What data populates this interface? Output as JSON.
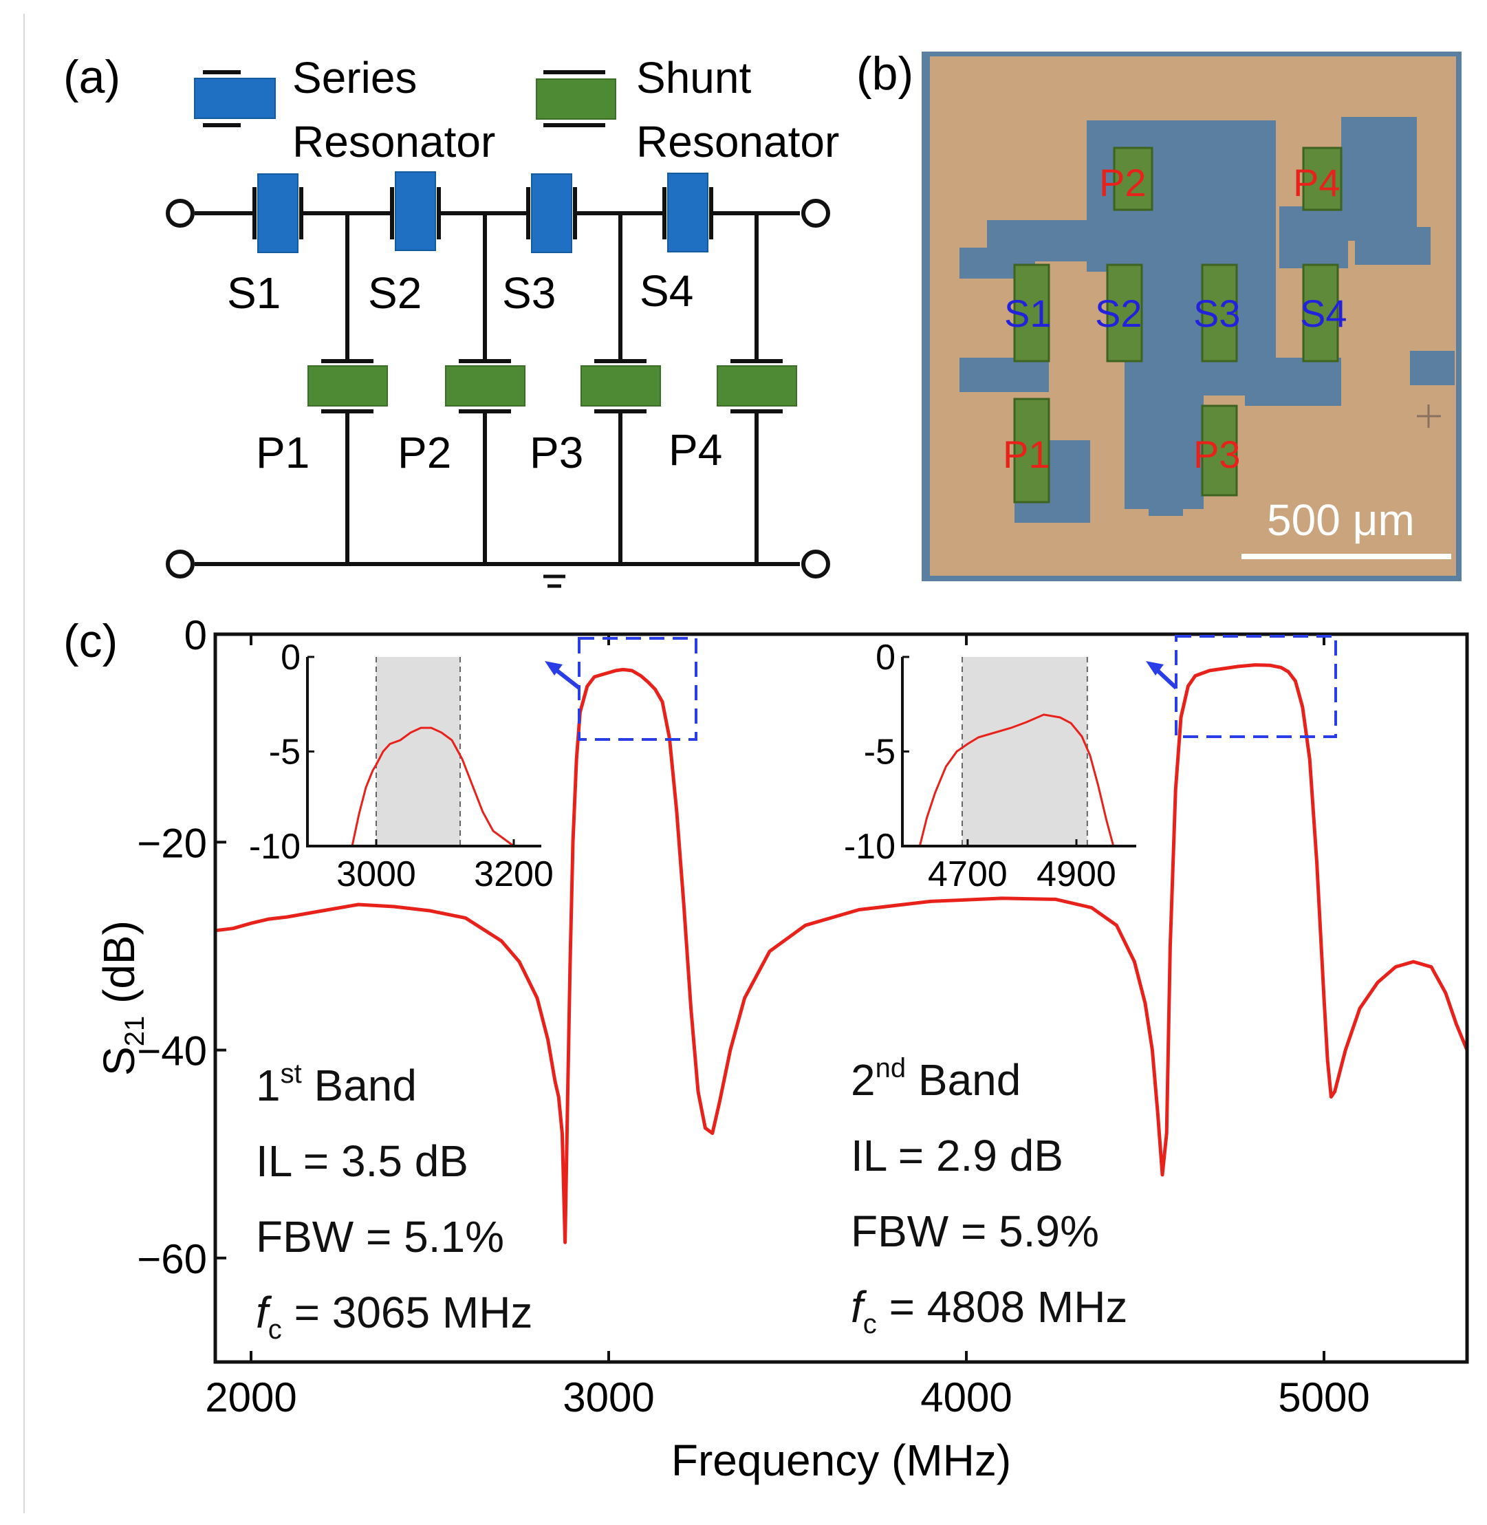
{
  "panel_labels": {
    "a": "(a)",
    "b": "(b)",
    "c": "(c)"
  },
  "legend": {
    "series_line1": "Series",
    "series_line2": "Resonator",
    "shunt_line1": "Shunt",
    "shunt_line2": "Resonator"
  },
  "circuit": {
    "series_labels": [
      "S1",
      "S2",
      "S3",
      "S4"
    ],
    "shunt_labels": [
      "P1",
      "P2",
      "P3",
      "P4"
    ]
  },
  "micrograph": {
    "labels": {
      "P2": "P2",
      "P4": "P4",
      "S1": "S1",
      "S2": "S2",
      "S3": "S3",
      "S4": "S4",
      "P1": "P1",
      "P3": "P3"
    },
    "scalebar": "500 μm"
  },
  "colors": {
    "series": "#1f6fc2",
    "shunt": "#4e8a34",
    "curve": "#e8211a",
    "micro_pad": "#c9a47c",
    "micro_sub": "#5a7fa0",
    "micro_label_series": "#2222dd",
    "micro_label_shunt": "#e8211a",
    "dashed_box": "#2a3ee8"
  },
  "bands": {
    "b1": {
      "title": "1",
      "sup": "st",
      "word": " Band",
      "il": "IL = 3.5 dB",
      "fbw": "FBW = 5.1%",
      "fc_sym": "f",
      "fc_sub": "c",
      "fc_val": " = 3065 MHz"
    },
    "b2": {
      "title": "2",
      "sup": "nd",
      "word": " Band",
      "il": "IL = 2.9 dB",
      "fbw": "FBW = 5.9%",
      "fc_sym": "f",
      "fc_sub": "c",
      "fc_val": " = 4808 MHz"
    }
  },
  "chart_data": [
    {
      "type": "line",
      "xlabel": "Frequency (MHz)",
      "ylabel_main": "S",
      "ylabel_sub": "21",
      "ylabel_unit": " (dB)",
      "xlim": [
        1900,
        5400
      ],
      "ylim": [
        -70,
        0
      ],
      "xticks": [
        2000,
        3000,
        4000,
        5000
      ],
      "yticks": [
        0,
        -20,
        -40,
        -60
      ],
      "ytick_labels": [
        "0",
        "−20",
        "−40",
        "−60"
      ],
      "series": [
        {
          "x": [
            1900,
            1950,
            2000,
            2050,
            2100,
            2200,
            2300,
            2400,
            2500,
            2600,
            2700,
            2750,
            2800,
            2830,
            2850,
            2860,
            2870,
            2878,
            2885,
            2892,
            2900,
            2910,
            2920,
            2940,
            2960,
            2980,
            3000,
            3020,
            3040,
            3065,
            3090,
            3110,
            3130,
            3150,
            3170,
            3190,
            3210,
            3230,
            3250,
            3270,
            3290,
            3310,
            3340,
            3380,
            3450,
            3550,
            3700,
            3900,
            4100,
            4250,
            4350,
            4420,
            4470,
            4500,
            4520,
            4535,
            4548,
            4560,
            4570,
            4585,
            4600,
            4620,
            4640,
            4680,
            4720,
            4760,
            4808,
            4850,
            4880,
            4900,
            4920,
            4940,
            4960,
            4980,
            5000,
            5010,
            5020,
            5030,
            5060,
            5100,
            5150,
            5200,
            5250,
            5300,
            5340,
            5370,
            5400
          ],
          "y": [
            -28.5,
            -28.3,
            -27.8,
            -27.4,
            -27.2,
            -26.6,
            -26.0,
            -26.2,
            -26.6,
            -27.3,
            -29.5,
            -31.5,
            -35.0,
            -39.0,
            -43.0,
            -44.5,
            -48.0,
            -58.5,
            -45.0,
            -32.0,
            -20.0,
            -12.0,
            -7.5,
            -5.0,
            -4.1,
            -3.9,
            -3.7,
            -3.5,
            -3.4,
            -3.5,
            -4.0,
            -4.6,
            -5.3,
            -6.5,
            -10.0,
            -17.0,
            -26.0,
            -36.0,
            -44.0,
            -47.5,
            -48.0,
            -45.0,
            -40.0,
            -35.0,
            -30.5,
            -28.0,
            -26.5,
            -25.7,
            -25.4,
            -25.5,
            -26.3,
            -28.0,
            -31.5,
            -35.5,
            -40.0,
            -46.0,
            -52.0,
            -48.0,
            -30.0,
            -15.0,
            -8.0,
            -5.0,
            -4.0,
            -3.5,
            -3.3,
            -3.1,
            -2.95,
            -3.0,
            -3.2,
            -3.6,
            -4.5,
            -7.0,
            -12.0,
            -22.0,
            -35.0,
            -41.0,
            -44.5,
            -44.0,
            -40.0,
            -36.0,
            -33.5,
            -32.0,
            -31.5,
            -32.0,
            -34.5,
            -37.5,
            -40.0
          ]
        }
      ]
    },
    {
      "type": "line",
      "xlim": [
        2900,
        3240
      ],
      "ylim": [
        -10,
        0
      ],
      "xticks": [
        3000,
        3200
      ],
      "yticks": [
        0,
        -5,
        -10
      ],
      "ytick_labels": [
        "0",
        "-5",
        "-10"
      ],
      "passband": [
        3000,
        3122
      ],
      "series": [
        {
          "x": [
            2965,
            2975,
            2985,
            2995,
            3000,
            3010,
            3020,
            3035,
            3050,
            3065,
            3080,
            3095,
            3110,
            3125,
            3140,
            3155,
            3170,
            3185,
            3200
          ],
          "y": [
            -10.0,
            -8.3,
            -6.9,
            -6.0,
            -5.7,
            -5.0,
            -4.6,
            -4.4,
            -4.0,
            -3.75,
            -3.75,
            -4.0,
            -4.4,
            -5.4,
            -6.8,
            -8.2,
            -9.2,
            -9.6,
            -10.0
          ]
        }
      ]
    },
    {
      "type": "line",
      "xlim": [
        4580,
        5010
      ],
      "ylim": [
        -10,
        0
      ],
      "xticks": [
        4700,
        4900
      ],
      "yticks": [
        0,
        -5,
        -10
      ],
      "ytick_labels": [
        "0",
        "-5",
        "-10"
      ],
      "passband": [
        4690,
        4920
      ],
      "series": [
        {
          "x": [
            4612,
            4625,
            4640,
            4660,
            4680,
            4700,
            4720,
            4750,
            4780,
            4808,
            4840,
            4870,
            4890,
            4910,
            4925,
            4940,
            4955,
            4968
          ],
          "y": [
            -10.0,
            -8.5,
            -7.2,
            -5.8,
            -5.0,
            -4.6,
            -4.25,
            -4.0,
            -3.75,
            -3.45,
            -3.05,
            -3.2,
            -3.5,
            -4.2,
            -5.2,
            -6.8,
            -8.6,
            -10.0
          ]
        }
      ]
    }
  ]
}
